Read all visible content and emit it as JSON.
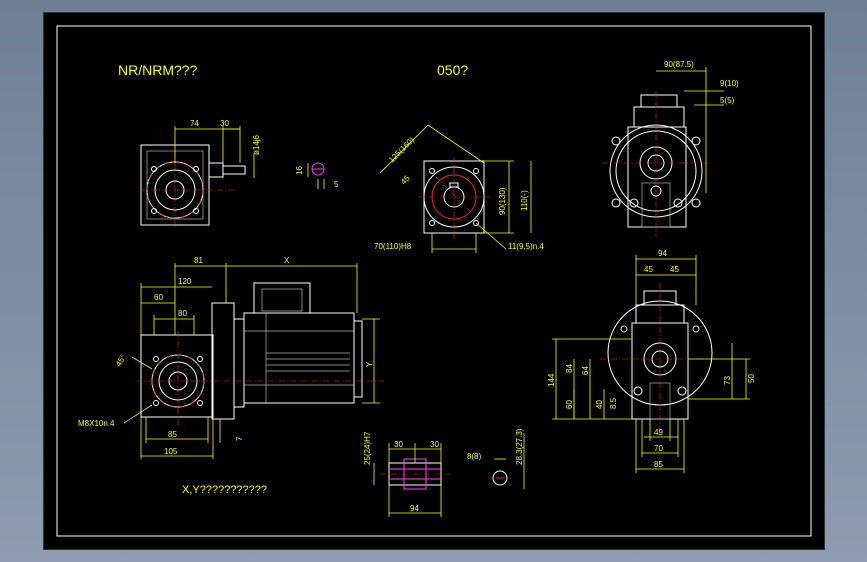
{
  "drawing": {
    "title_left": "NR/NRM???",
    "title_center": "050?",
    "note": "X,Y???????????",
    "colors": {
      "background": "#000000",
      "outline": "#ffffff",
      "dimension": "#ffff00",
      "centerline": "#ff2020",
      "shaft": "#ff40ff"
    }
  },
  "dims": {
    "tl_74": "74",
    "tl_30": "30",
    "tl_phi14": "ø14j6",
    "tl_16": "16",
    "tl_5": "5",
    "fl_125": "125(160)",
    "fl_45": "45",
    "fl_90": "90(130)",
    "fl_110": "110(-)",
    "fl_70": "70(110)H8",
    "fl_11": "11(9.5)n.4",
    "tr_90": "90(87.5)",
    "tr_9": "9(10)",
    "tr_5": "5(5)",
    "ml_81": "81",
    "ml_x": "X",
    "ml_120": "120",
    "ml_60": "60",
    "ml_80": "80",
    "ml_45": "45°",
    "ml_y": "Y",
    "ml_m8": "M8X10n.4",
    "ml_85": "85",
    "ml_105": "105",
    "ml_7": "7",
    "bc_25": "25(24)H7",
    "bc_30a": "30",
    "bc_30b": "30",
    "bc_94": "94",
    "bc_8": "8(8)",
    "bc_28": "28.3(27.3)",
    "br_94": "94",
    "br_45a": "45",
    "br_45b": "45",
    "br_144": "144",
    "br_84": "84",
    "br_64": "64",
    "br_40": "40",
    "br_60": "60",
    "br_8_5": "8.5",
    "br_73": "73",
    "br_50": "50",
    "br_49": "49",
    "br_70": "70",
    "br_85": "85"
  }
}
